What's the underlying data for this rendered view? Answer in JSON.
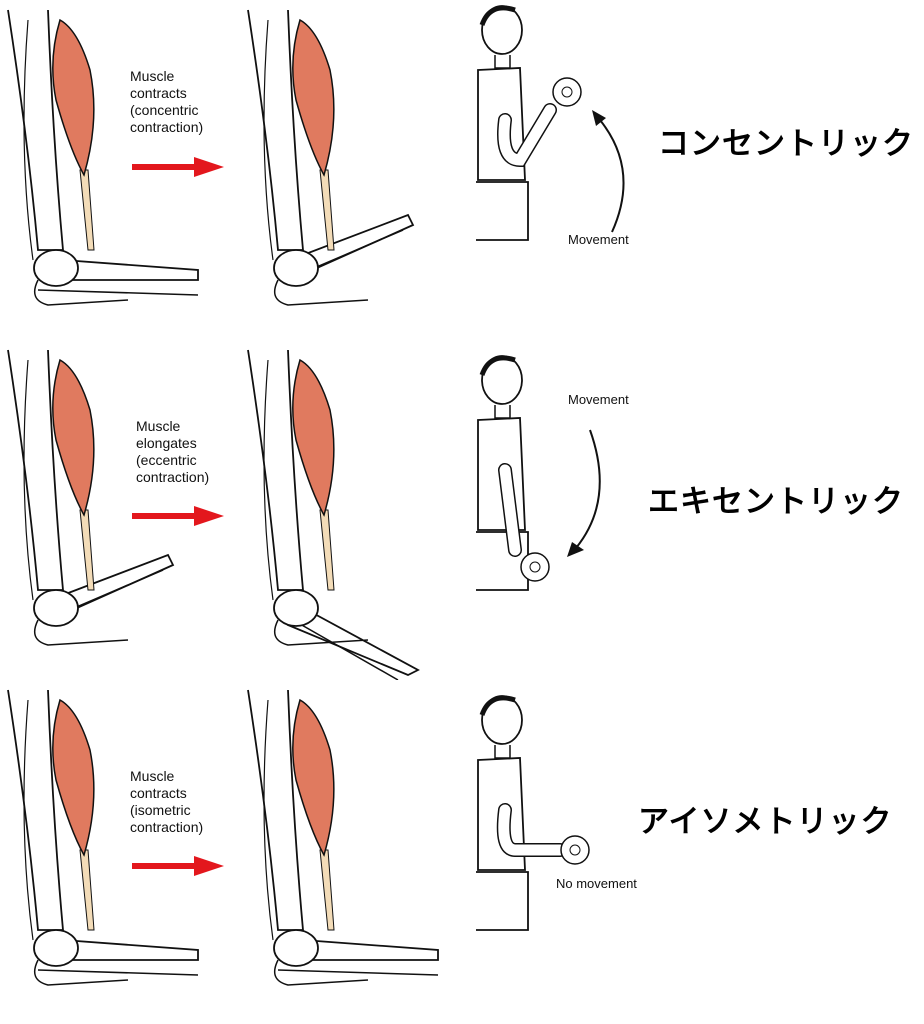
{
  "colors": {
    "muscle": "#e07a5f",
    "arrow": "#e3171d",
    "tendon": "#f3dcb8"
  },
  "rows": [
    {
      "description": "Muscle\ncontracts\n(concentric\ncontraction)",
      "movement": "Movement",
      "title": "コンセントリック",
      "motion": "up"
    },
    {
      "description": "Muscle\nelongates\n(eccentric\ncontraction)",
      "movement": "Movement",
      "title": "エキセントリック",
      "motion": "down"
    },
    {
      "description": "Muscle\ncontracts\n(isometric\ncontraction)",
      "movement": "No movement",
      "title": "アイソメトリック",
      "motion": "none"
    }
  ]
}
